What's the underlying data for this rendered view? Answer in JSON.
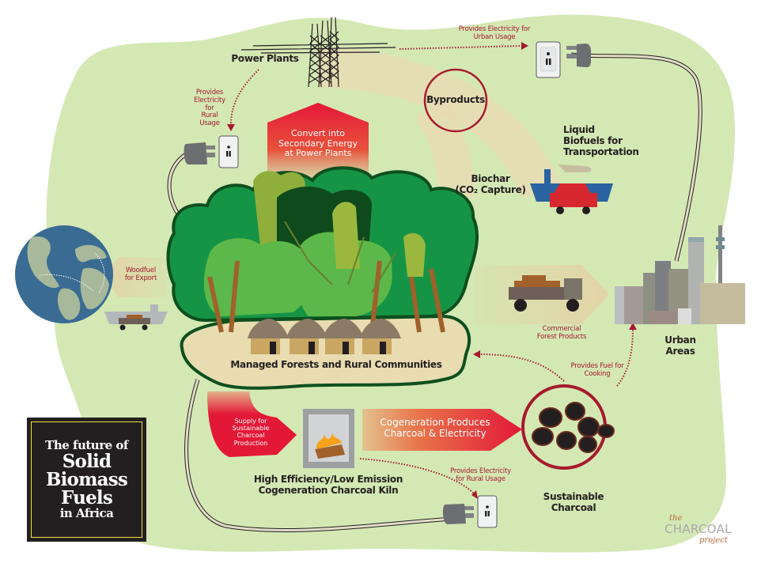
{
  "title": {
    "line1": "The future of",
    "line2": "Solid",
    "line3": "Biomass",
    "line4": "Fuels",
    "line5": "in Africa"
  },
  "nodes": {
    "power_plants": "Power Plants",
    "byproducts": "Byproducts",
    "liquid_biofuels": [
      "Liquid",
      "Biofuels for",
      "Transportation"
    ],
    "biochar": [
      "Biochar",
      "(CO₂ Capture)"
    ],
    "managed_forests": "Managed Forests and Rural Communities",
    "urban_areas": "Urban Areas",
    "kiln": [
      "High Efficiency/Low Emission",
      "Cogeneration Charcoal Kiln"
    ],
    "sustainable_charcoal": [
      "Sustainable",
      "Charcoal"
    ]
  },
  "arrows": {
    "convert_secondary": [
      "Convert into",
      "Secondary Energy",
      "at Power Plants"
    ],
    "cogeneration": [
      "Cogeneration Produces",
      "Charcoal & Electricity"
    ],
    "supply_charcoal": [
      "Supply for",
      "Sustainable",
      "Charcoal",
      "Production"
    ],
    "woodfuel_export": [
      "Woodfuel",
      "for Export"
    ],
    "commercial_forest": [
      "Commercial",
      "Forest Products"
    ]
  },
  "flow_labels": {
    "electricity_urban": [
      "Provides Electricity for",
      "Urban Usage"
    ],
    "electricity_rural_top": [
      "Provides",
      "Electricity",
      "for",
      "Rural",
      "Usage"
    ],
    "fuel_cooking": [
      "Provides Fuel for",
      "Cooking"
    ],
    "electricity_rural_bottom": [
      "Provides Electricity",
      "for Rural Usage"
    ]
  },
  "logo": {
    "the": "the",
    "name": "CHARCOAL",
    "project": "project"
  },
  "colors": {
    "background_blob": "#d4e8b4",
    "accent_red": "#e31837",
    "dark_red": "#a6192e",
    "tan": "#e3d3a6",
    "forest_dark": "#0e4f1e",
    "forest_mid": "#14963f",
    "forest_light": "#5cb848",
    "text_dark": "#231f20"
  }
}
